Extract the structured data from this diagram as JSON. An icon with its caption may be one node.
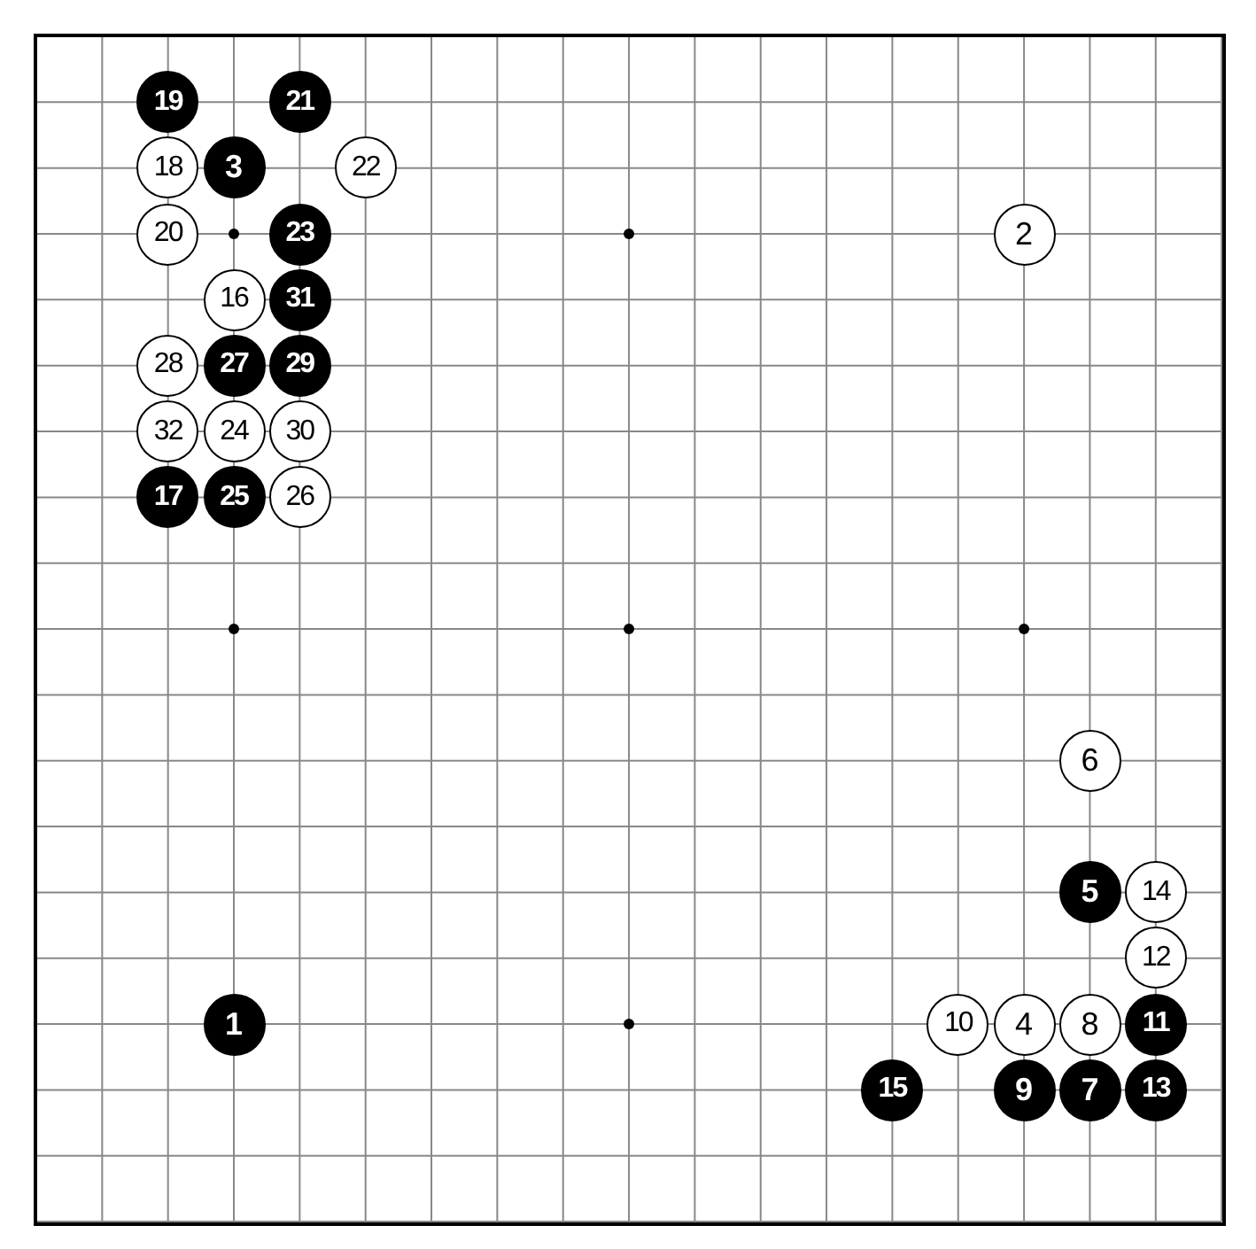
{
  "diagram": {
    "nodes": [
      {
        "text": [
          "19"
        ]
      },
      {
        "text": [
          "21"
        ]
      },
      {
        "text": [
          "18"
        ]
      },
      {
        "text": [
          "3"
        ]
      },
      {
        "text": [
          "22"
        ]
      },
      {
        "text": [
          "20"
        ]
      },
      {
        "text": [
          "23"
        ]
      },
      {
        "text": [
          "2"
        ]
      },
      {
        "text": [
          "16"
        ]
      },
      {
        "text": [
          "31"
        ]
      },
      {
        "text": [
          "28"
        ]
      },
      {
        "text": [
          "27"
        ]
      },
      {
        "text": [
          "29"
        ]
      },
      {
        "text": [
          "32"
        ]
      },
      {
        "text": [
          "24"
        ]
      },
      {
        "text": [
          "30"
        ]
      },
      {
        "text": [
          "17"
        ]
      },
      {
        "text": [
          "25"
        ]
      },
      {
        "text": [
          "26"
        ]
      },
      {
        "text": [
          "6"
        ]
      },
      {
        "text": [
          "5"
        ]
      },
      {
        "text": [
          "14"
        ]
      },
      {
        "text": [
          "12"
        ]
      },
      {
        "text": [
          "1"
        ]
      },
      {
        "text": [
          "10"
        ]
      },
      {
        "text": [
          "4"
        ]
      },
      {
        "text": [
          "8"
        ]
      },
      {
        "text": [
          "11"
        ]
      },
      {
        "text": [
          "15"
        ]
      },
      {
        "text": [
          "9"
        ]
      },
      {
        "text": [
          "7"
        ]
      },
      {
        "text": [
          "13"
        ]
      }
    ]
  }
}
